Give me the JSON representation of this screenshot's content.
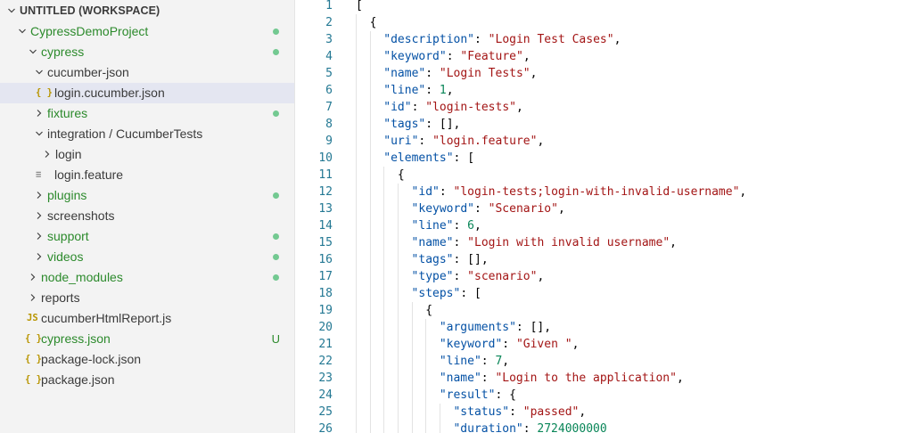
{
  "explorer": {
    "items": [
      {
        "label": "UNTITLED (WORKSPACE)",
        "depth": 0,
        "type": "header",
        "twisty": "open"
      },
      {
        "label": "CypressDemoProject",
        "depth": 1,
        "type": "folder",
        "twisty": "open",
        "color": "green",
        "decoration": "dot"
      },
      {
        "label": "cypress",
        "depth": 2,
        "type": "folder",
        "twisty": "open",
        "color": "green",
        "decoration": "dot"
      },
      {
        "label": "cucumber-json",
        "depth": 3,
        "type": "folder",
        "twisty": "open"
      },
      {
        "label": "login.cucumber.json",
        "depth": 4,
        "type": "json",
        "icon": "{ }",
        "selected": true
      },
      {
        "label": "fixtures",
        "depth": 3,
        "type": "folder",
        "twisty": "closed",
        "color": "green",
        "decoration": "dot"
      },
      {
        "label": "integration / CucumberTests",
        "depth": 3,
        "type": "folder",
        "twisty": "open"
      },
      {
        "label": "login",
        "depth": 4,
        "type": "folder",
        "twisty": "closed"
      },
      {
        "label": "login.feature",
        "depth": 4,
        "type": "feature",
        "icon": "≡"
      },
      {
        "label": "plugins",
        "depth": 3,
        "type": "folder",
        "twisty": "closed",
        "color": "green",
        "decoration": "dot"
      },
      {
        "label": "screenshots",
        "depth": 3,
        "type": "folder",
        "twisty": "closed"
      },
      {
        "label": "support",
        "depth": 3,
        "type": "folder",
        "twisty": "closed",
        "color": "green",
        "decoration": "dot"
      },
      {
        "label": "videos",
        "depth": 3,
        "type": "folder",
        "twisty": "closed",
        "color": "green",
        "decoration": "dot"
      },
      {
        "label": "node_modules",
        "depth": 2,
        "type": "folder",
        "twisty": "closed",
        "color": "green",
        "decoration": "dot"
      },
      {
        "label": "reports",
        "depth": 2,
        "type": "folder",
        "twisty": "closed"
      },
      {
        "label": "cucumberHtmlReport.js",
        "depth": 2,
        "type": "js",
        "icon": "JS"
      },
      {
        "label": "cypress.json",
        "depth": 2,
        "type": "json",
        "icon": "{ }",
        "color": "green",
        "decoration": "U"
      },
      {
        "label": "package-lock.json",
        "depth": 2,
        "type": "json",
        "icon": "{ }"
      },
      {
        "label": "package.json",
        "depth": 2,
        "type": "json",
        "icon": "{ }"
      }
    ]
  },
  "editor": {
    "lines": [
      {
        "n": "1",
        "indent": 0,
        "tokens": [
          [
            "p",
            "["
          ]
        ]
      },
      {
        "n": "2",
        "indent": 1,
        "tokens": [
          [
            "p",
            "{"
          ]
        ]
      },
      {
        "n": "3",
        "indent": 2,
        "tokens": [
          [
            "k",
            "\"description\""
          ],
          [
            "p",
            ": "
          ],
          [
            "s",
            "\"Login Test Cases\""
          ],
          [
            "p",
            ","
          ]
        ]
      },
      {
        "n": "4",
        "indent": 2,
        "tokens": [
          [
            "k",
            "\"keyword\""
          ],
          [
            "p",
            ": "
          ],
          [
            "s",
            "\"Feature\""
          ],
          [
            "p",
            ","
          ]
        ]
      },
      {
        "n": "5",
        "indent": 2,
        "tokens": [
          [
            "k",
            "\"name\""
          ],
          [
            "p",
            ": "
          ],
          [
            "s",
            "\"Login Tests\""
          ],
          [
            "p",
            ","
          ]
        ]
      },
      {
        "n": "6",
        "indent": 2,
        "tokens": [
          [
            "k",
            "\"line\""
          ],
          [
            "p",
            ": "
          ],
          [
            "n",
            "1"
          ],
          [
            "p",
            ","
          ]
        ]
      },
      {
        "n": "7",
        "indent": 2,
        "tokens": [
          [
            "k",
            "\"id\""
          ],
          [
            "p",
            ": "
          ],
          [
            "s",
            "\"login-tests\""
          ],
          [
            "p",
            ","
          ]
        ]
      },
      {
        "n": "8",
        "indent": 2,
        "tokens": [
          [
            "k",
            "\"tags\""
          ],
          [
            "p",
            ": [],"
          ]
        ]
      },
      {
        "n": "9",
        "indent": 2,
        "tokens": [
          [
            "k",
            "\"uri\""
          ],
          [
            "p",
            ": "
          ],
          [
            "s",
            "\"login.feature\""
          ],
          [
            "p",
            ","
          ]
        ]
      },
      {
        "n": "10",
        "indent": 2,
        "tokens": [
          [
            "k",
            "\"elements\""
          ],
          [
            "p",
            ": ["
          ]
        ]
      },
      {
        "n": "11",
        "indent": 3,
        "tokens": [
          [
            "p",
            "{"
          ]
        ]
      },
      {
        "n": "12",
        "indent": 4,
        "tokens": [
          [
            "k",
            "\"id\""
          ],
          [
            "p",
            ": "
          ],
          [
            "s",
            "\"login-tests;login-with-invalid-username\""
          ],
          [
            "p",
            ","
          ]
        ]
      },
      {
        "n": "13",
        "indent": 4,
        "tokens": [
          [
            "k",
            "\"keyword\""
          ],
          [
            "p",
            ": "
          ],
          [
            "s",
            "\"Scenario\""
          ],
          [
            "p",
            ","
          ]
        ]
      },
      {
        "n": "14",
        "indent": 4,
        "tokens": [
          [
            "k",
            "\"line\""
          ],
          [
            "p",
            ": "
          ],
          [
            "n",
            "6"
          ],
          [
            "p",
            ","
          ]
        ]
      },
      {
        "n": "15",
        "indent": 4,
        "tokens": [
          [
            "k",
            "\"name\""
          ],
          [
            "p",
            ": "
          ],
          [
            "s",
            "\"Login with invalid username\""
          ],
          [
            "p",
            ","
          ]
        ]
      },
      {
        "n": "16",
        "indent": 4,
        "tokens": [
          [
            "k",
            "\"tags\""
          ],
          [
            "p",
            ": [],"
          ]
        ]
      },
      {
        "n": "17",
        "indent": 4,
        "tokens": [
          [
            "k",
            "\"type\""
          ],
          [
            "p",
            ": "
          ],
          [
            "s",
            "\"scenario\""
          ],
          [
            "p",
            ","
          ]
        ]
      },
      {
        "n": "18",
        "indent": 4,
        "tokens": [
          [
            "k",
            "\"steps\""
          ],
          [
            "p",
            ": ["
          ]
        ]
      },
      {
        "n": "19",
        "indent": 5,
        "tokens": [
          [
            "p",
            "{"
          ]
        ]
      },
      {
        "n": "20",
        "indent": 6,
        "tokens": [
          [
            "k",
            "\"arguments\""
          ],
          [
            "p",
            ": [],"
          ]
        ]
      },
      {
        "n": "21",
        "indent": 6,
        "tokens": [
          [
            "k",
            "\"keyword\""
          ],
          [
            "p",
            ": "
          ],
          [
            "s",
            "\"Given \""
          ],
          [
            "p",
            ","
          ]
        ]
      },
      {
        "n": "22",
        "indent": 6,
        "tokens": [
          [
            "k",
            "\"line\""
          ],
          [
            "p",
            ": "
          ],
          [
            "n",
            "7"
          ],
          [
            "p",
            ","
          ]
        ]
      },
      {
        "n": "23",
        "indent": 6,
        "tokens": [
          [
            "k",
            "\"name\""
          ],
          [
            "p",
            ": "
          ],
          [
            "s",
            "\"Login to the application\""
          ],
          [
            "p",
            ","
          ]
        ]
      },
      {
        "n": "24",
        "indent": 6,
        "tokens": [
          [
            "k",
            "\"result\""
          ],
          [
            "p",
            ": {"
          ]
        ]
      },
      {
        "n": "25",
        "indent": 7,
        "tokens": [
          [
            "k",
            "\"status\""
          ],
          [
            "p",
            ": "
          ],
          [
            "s",
            "\"passed\""
          ],
          [
            "p",
            ","
          ]
        ]
      },
      {
        "n": "26",
        "indent": 7,
        "tokens": [
          [
            "k",
            "\"duration\""
          ],
          [
            "p",
            ": "
          ],
          [
            "n",
            "2724000000"
          ]
        ]
      }
    ]
  },
  "colors": {
    "sidebar_bg": "#f3f3f3",
    "selected_bg": "#e4e6f1",
    "git_green": "#2c8a2c",
    "dot_green": "#73c991",
    "line_number": "#237893",
    "json_key": "#0451a5",
    "json_string": "#a31515",
    "json_number": "#098658"
  }
}
